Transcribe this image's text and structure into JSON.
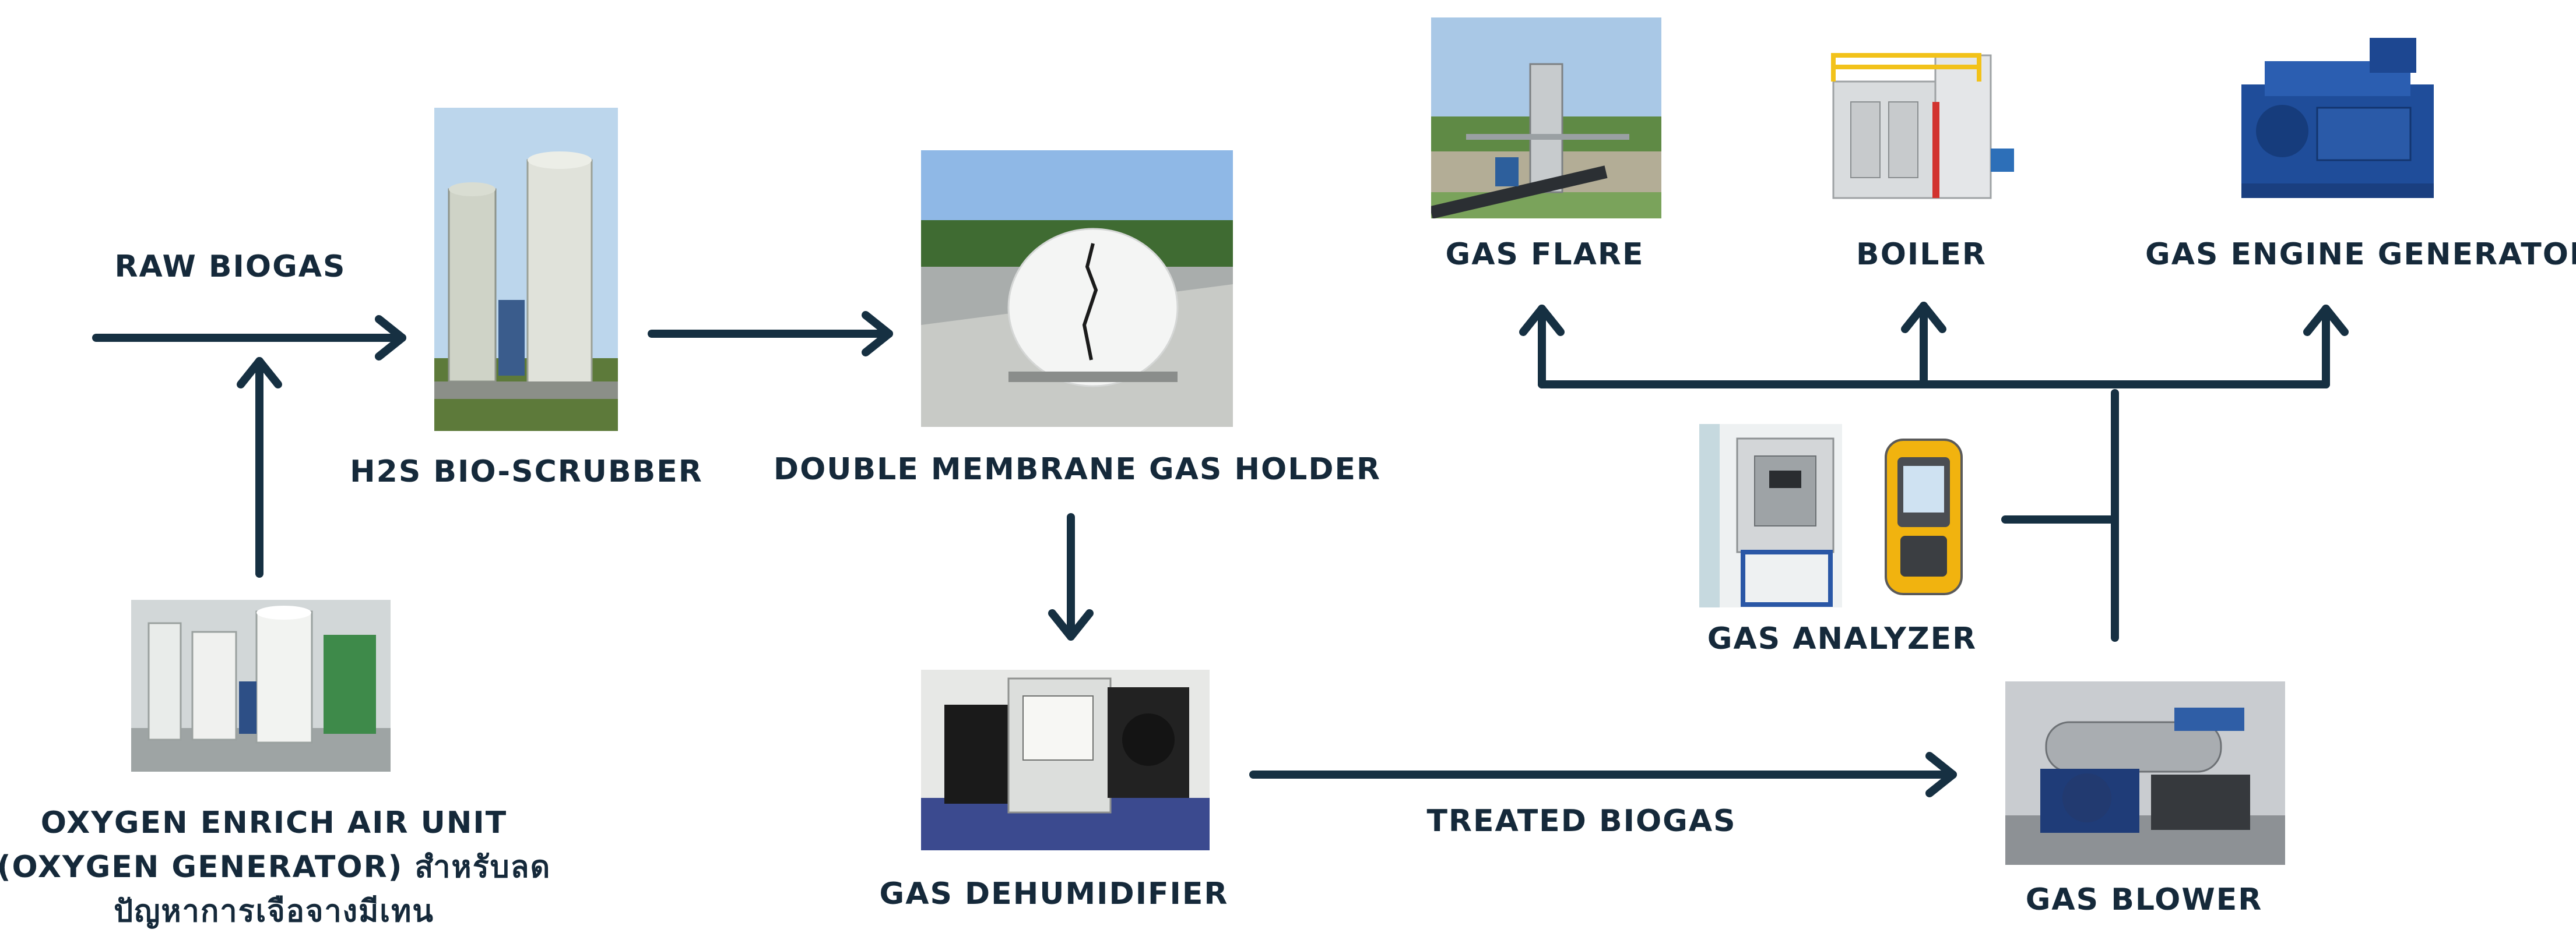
{
  "diagram": {
    "stroke_color": "#163042",
    "labels": {
      "raw_biogas": "RAW BIOGAS",
      "h2s_scrubber": "H2S BIO-SCRUBBER",
      "gas_holder": "DOUBLE MEMBRANE GAS HOLDER",
      "oxygen_unit": "OXYGEN ENRICH AIR UNIT (OXYGEN GENERATOR) สำหรับลดปัญหาการเจือจางมีเทน",
      "gas_dehumidifier": "GAS DEHUMIDIFIER",
      "treated_biogas": "TREATED BIOGAS",
      "gas_blower": "GAS BLOWER",
      "gas_analyzer": "GAS ANALYZER",
      "gas_flare": "GAS FLARE",
      "boiler": "BOILER",
      "gas_engine_generator": "GAS ENGINE GENERATOR"
    }
  }
}
